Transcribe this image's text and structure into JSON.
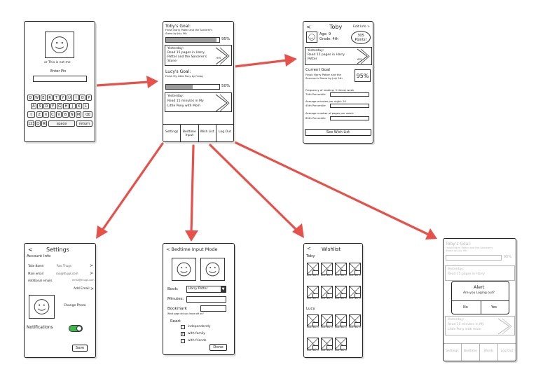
{
  "colors": {
    "arrow": "#e8504a",
    "ink": "#222222",
    "fill": "#9a9a9a",
    "toggle": "#3db84a"
  },
  "login": {
    "caption": "or This is not me",
    "pin_label": "Enter Pin",
    "keys_row1": [
      "Q",
      "W",
      "E",
      "R",
      "T",
      "Y",
      "U",
      "I",
      "O",
      "P"
    ],
    "keys_row2": [
      "A",
      "S",
      "D",
      "F",
      "G",
      "H",
      "J",
      "K",
      "L"
    ],
    "keys_row3": [
      "Z",
      "X",
      "C",
      "V",
      "B",
      "N",
      "M"
    ],
    "space": "space",
    "return": "return",
    "num": "123"
  },
  "dashboard": {
    "goal1_title": "Toby's Goal:",
    "goal1_desc_1": "Finish Harry Potter and the Sorcerer's",
    "goal1_desc_2": "Stone by July 5th",
    "goal1_pct": "95%",
    "goal1_progress": 0.95,
    "y1_label": "Yesterday:",
    "y1_l1": "Read 15 pages in Harry",
    "y1_l2": "Potter and the Sorcerer's",
    "y1_l3": "Stone",
    "y1_side": "ers",
    "goal2_title": "Lucy's Goal:",
    "goal2_desc": "Finish My Little Pony by Friday",
    "goal2_pct": "50%",
    "goal2_progress": 0.5,
    "y2_label": "Yesterday:",
    "y2_l1": "Read 15 minutes in My",
    "y2_l2": "Little Pony with Mom",
    "tabs": [
      "Settings",
      "Bedtime Input",
      "Wish List",
      "Log Out"
    ]
  },
  "profile": {
    "back": "<",
    "name": "Toby",
    "edit": "Edit Info >",
    "age": "Age: 9",
    "grade": "Grade: 4th",
    "points_1": "305",
    "points_2": "Points!",
    "y_label": "Yesterday:",
    "y_l1": "Read 15 pages in Harry",
    "y_l2": "Potter",
    "y_side": "ers",
    "goal_title": "Current Goal",
    "goal_l1": "Finish Harry Potter and the",
    "goal_l2": "Sorcerer's Stone by July 5th",
    "goal_pct": "95%",
    "stat1": "Frequency of reading: 5 times/ week",
    "stat1_pct": "70th Percentile",
    "stat2": "Average minutes per night: 20",
    "stat2_pct": "45th Percentile",
    "stat3": "Average number of pages per week:",
    "stat3_pct": "85th Percentile",
    "wishlist_btn": "See Wish List"
  },
  "settings": {
    "back": "<",
    "title": "Settings",
    "account": "Account Info",
    "r1_label": "Tobe Name",
    "r1_val": "Roo Thugs",
    "r2_label": "Main email",
    "r2_val": "roo@thugs.com",
    "r3_label": "Additional emails",
    "r3_val": "email@thugs.com",
    "add_email": "Add Email",
    "change_photo": "Change Photo",
    "notifications": "Notifications",
    "save": "Save"
  },
  "bedtime": {
    "title": "< Bedtime Input Mode",
    "book_label": "Book:",
    "book_value": "Harry Potter",
    "minutes_label": "Minutes:",
    "bookmark_label": "Bookmark",
    "pages_hint": "What page did you leave off on?",
    "read_label": "Read:",
    "opt1": "independently",
    "opt2": "with family",
    "opt3": "with friends",
    "done": "Done"
  },
  "wishlist": {
    "back": "<",
    "title": "Wishlist",
    "toby": "Toby",
    "lucy": "Lucy",
    "caption": "Book Title $7",
    "tag": "Bought"
  },
  "alert": {
    "title": "Alert",
    "message": "Are you Loging out?",
    "no": "No",
    "yes": "Yes",
    "bg_goal": "Toby's Goal:",
    "bg_l1": "Finish Harry Potter and the Sorcerer's",
    "bg_l2": "Stone by July 5th",
    "bg_pct": "95%",
    "bg_y": "Yesterday:",
    "bg_y1": "Read 15 pages in Harry",
    "bg_y2": "Read 15 minutes in My",
    "bg_y3": "Little Pony with mom",
    "tabs": [
      "Settings",
      "Bedtime",
      "Words",
      "Log Out"
    ]
  }
}
